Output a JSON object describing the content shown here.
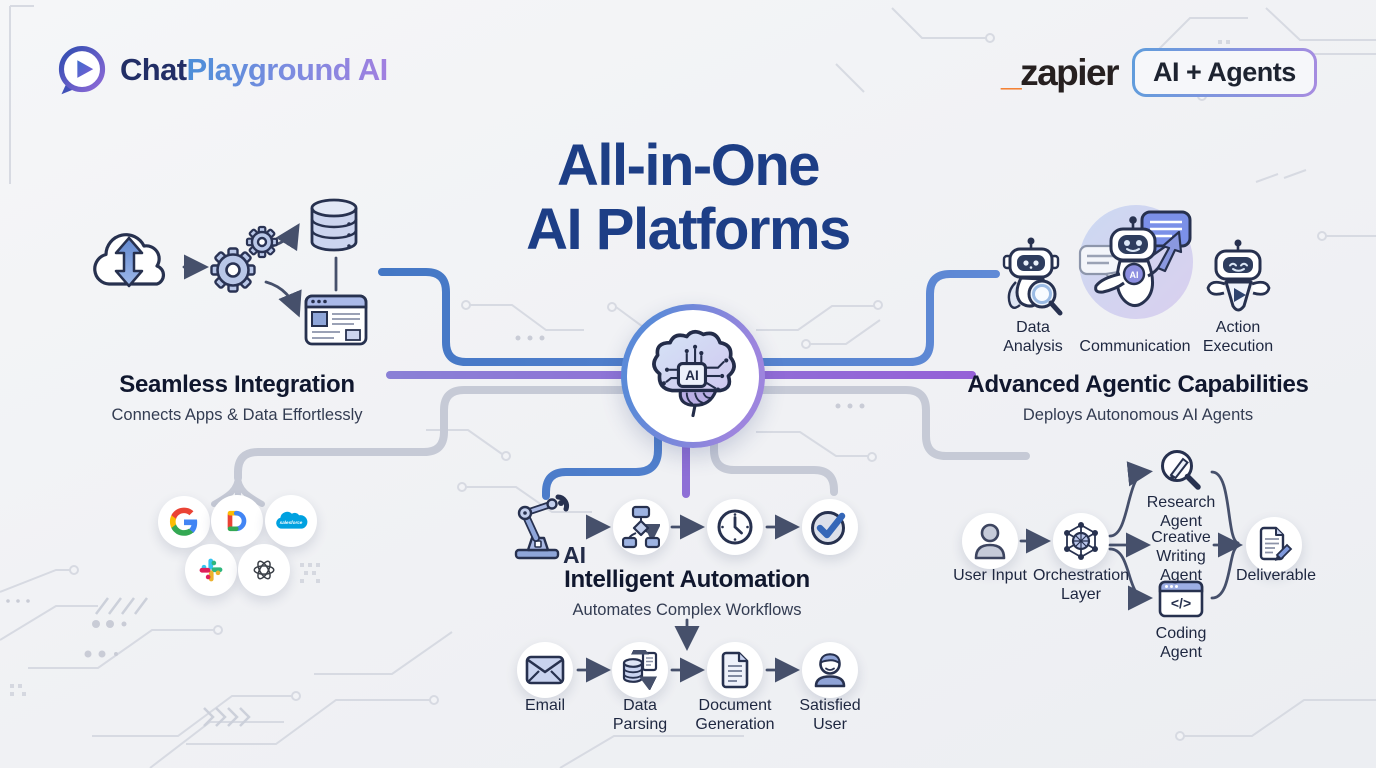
{
  "header": {
    "brand": {
      "first": "Chat",
      "rest": "Playground AI"
    },
    "partner": {
      "underscore": "_",
      "wordmark": "zapier",
      "badge": "AI + Agents"
    }
  },
  "title": {
    "line1": "All-in-One",
    "line2": "AI Platforms"
  },
  "hub": {
    "chip": "AI"
  },
  "integration": {
    "title": "Seamless Integration",
    "subtitle": "Connects Apps & Data Effortlessly",
    "apps": [
      "Google",
      "Google Docs",
      "Salesforce",
      "Slack",
      "OpenAI"
    ]
  },
  "agentic": {
    "title": "Advanced Agentic Capabilities",
    "subtitle": "Deploys Autonomous AI Agents",
    "badge": "AI",
    "capabilities": [
      {
        "line1": "Data",
        "line2": "Analysis"
      },
      {
        "line1": "Communication",
        "line2": ""
      },
      {
        "line1": "Action",
        "line2": "Execution"
      }
    ]
  },
  "automation": {
    "title": "Intelligent Automation",
    "subtitle": "Automates Complex Workflows",
    "arm_label": "AI",
    "steps": [
      {
        "line1": "Email",
        "line2": ""
      },
      {
        "line1": "Data",
        "line2": "Parsing"
      },
      {
        "line1": "Document",
        "line2": "Generation"
      },
      {
        "line1": "Satisfied",
        "line2": "User"
      }
    ]
  },
  "agent_flow": {
    "input": "User Input",
    "orchestration": {
      "line1": "Orchestration",
      "line2": "Layer"
    },
    "agents": [
      {
        "line1": "Research",
        "line2": "Agent",
        "line3": ""
      },
      {
        "line1": "Creative",
        "line2": "Writing",
        "line3": "Agent"
      },
      {
        "line1": "Coding",
        "line2": "Agent",
        "line3": ""
      }
    ],
    "output": "Deliverable",
    "coding_glyph": "</>"
  },
  "colors": {
    "accent_blue": "#4a7dc8",
    "accent_purple": "#8f74d6",
    "connector_gray": "#c6cad6",
    "title_blue": "#1d3e86",
    "outline_navy": "#27314f",
    "zapier_orange": "#f4731c"
  }
}
